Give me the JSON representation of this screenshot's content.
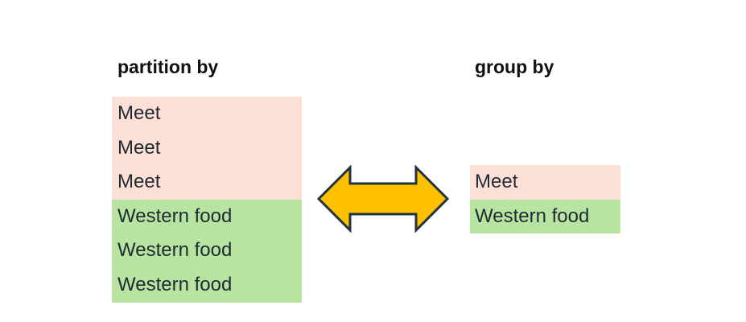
{
  "left": {
    "heading": "partition by",
    "rows": [
      {
        "label": "Meet",
        "color": "#fce0d6"
      },
      {
        "label": "Meet",
        "color": "#fce0d6"
      },
      {
        "label": "Meet",
        "color": "#fce0d6"
      },
      {
        "label": "Western food",
        "color": "#b7e4a1"
      },
      {
        "label": "Western food",
        "color": "#b7e4a1"
      },
      {
        "label": "Western food",
        "color": "#b7e4a1"
      }
    ]
  },
  "right": {
    "heading": "group by",
    "rows": [
      {
        "label": "Meet",
        "color": "#fce0d6"
      },
      {
        "label": "Western food",
        "color": "#b7e4a1"
      }
    ]
  },
  "arrow": {
    "icon": "double-arrow-icon",
    "fill": "#ffc000",
    "stroke": "#1f3340"
  }
}
